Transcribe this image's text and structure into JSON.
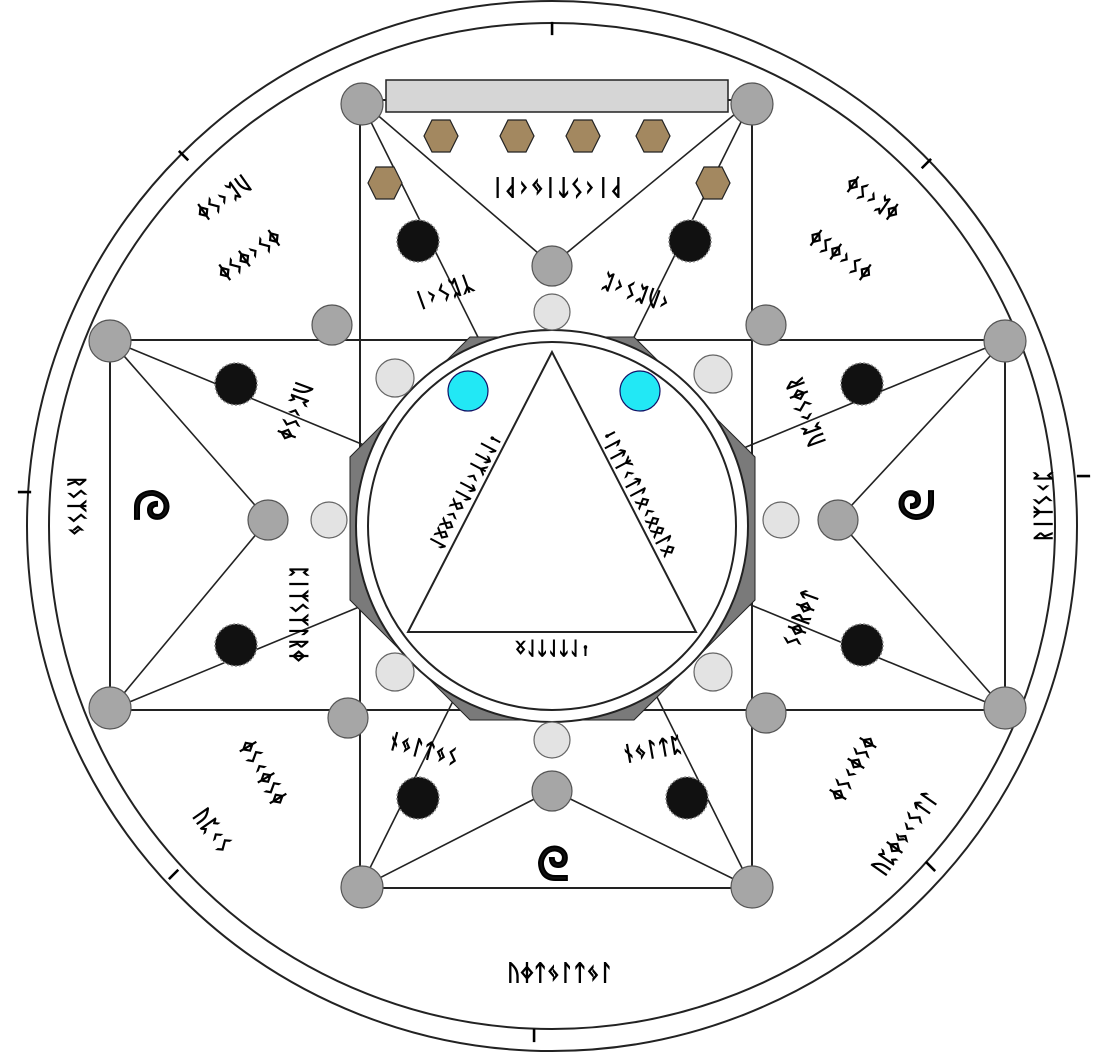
{
  "colors": {
    "background": "#ffffff",
    "line": "#222222",
    "node_gray": "#a6a6a6",
    "node_light": "#e3e3e3",
    "node_cyan": "#22e8f5",
    "dot_black": "#111111",
    "hexagon": "#a38860",
    "bar_fill": "#d6d6d6",
    "inner_fill": "#7a7a7a"
  },
  "icons": {
    "rim_marks": "small-dot-glyph-icon",
    "sigils": "spiral-sigil-icon",
    "hexagons": "hexagon-icon",
    "dots": "black-dot-icon",
    "nodes": "circle-node-icon"
  },
  "rim_marks": [
    "ᛧ",
    "ᛧ",
    "ᛧ",
    "ᛧ",
    "ᛧ",
    "ᛧ",
    "ᛧ",
    "ᛧ"
  ],
  "sigils": [
    "ᘓ",
    "ᘓ",
    "ᘓ"
  ],
  "inscriptions": {
    "top_box": "ᚹᛁᚲᛊᛏᛁᛃᚲᚹᛁ",
    "top_left_inner": "ᛉᛈᛊᚲᛁ",
    "top_right_inner": "ᚲᚢᛈᛊᚲᛈ",
    "upper_left_outer_a": "ᚢᛈᚲᛊᛄ",
    "upper_left_outer_b": "ᛄᛊᚲᛄᛊᛄ",
    "upper_right_outer_a": "ᛄᛈᚲᛊᛄ",
    "upper_right_outer_b": "ᛄᛊᚲᛄᛊᛄ",
    "left_mid_a": "ᚢᛈᚲᛊᛄ",
    "left_mid_b": "ᚱᛊᛉᛊᛃ",
    "right_mid_a": "ᚱᛁᛉᛊᚲᛈ",
    "right_mid_b": "ᚢᛈᚲᛊᛄᚱ",
    "left_low": "ᛈᛁᛉᛊᛉᛚᚱᛄ",
    "right_low": "ᛊᛄᚱᛄᛏ",
    "lower_left_inner": "ᚾᛃᛚᛏᛃᛊ",
    "lower_right_inner": "ᚾᛃᛚᛏᛈ",
    "lower_left_outer_a": "ᛄᛊᚲᛄᛊᛄ",
    "lower_left_outer_b": "ᚢᛈᚲᛊ",
    "lower_right_outer_a": "ᛄᛊᚲᛄᛊᛄ",
    "lower_right_outer_b": "ᚢᛈᛄᛃᚲᛊᛏᛚ",
    "bottom": "ᚢᛄᛏᛃᛚᛏᛃᛚ",
    "triangle_left": "ᛍᛚᛏᛉᚲᛏᛚᛟᚲᛟᛟᛚ",
    "triangle_right": "ᛍᛚᛏᛉᚲᛏᛚᛟᚲᛟᛟᛚᛟ",
    "triangle_bottom": "ᛍᛚᛏᛚᛏᛚᛟ"
  }
}
